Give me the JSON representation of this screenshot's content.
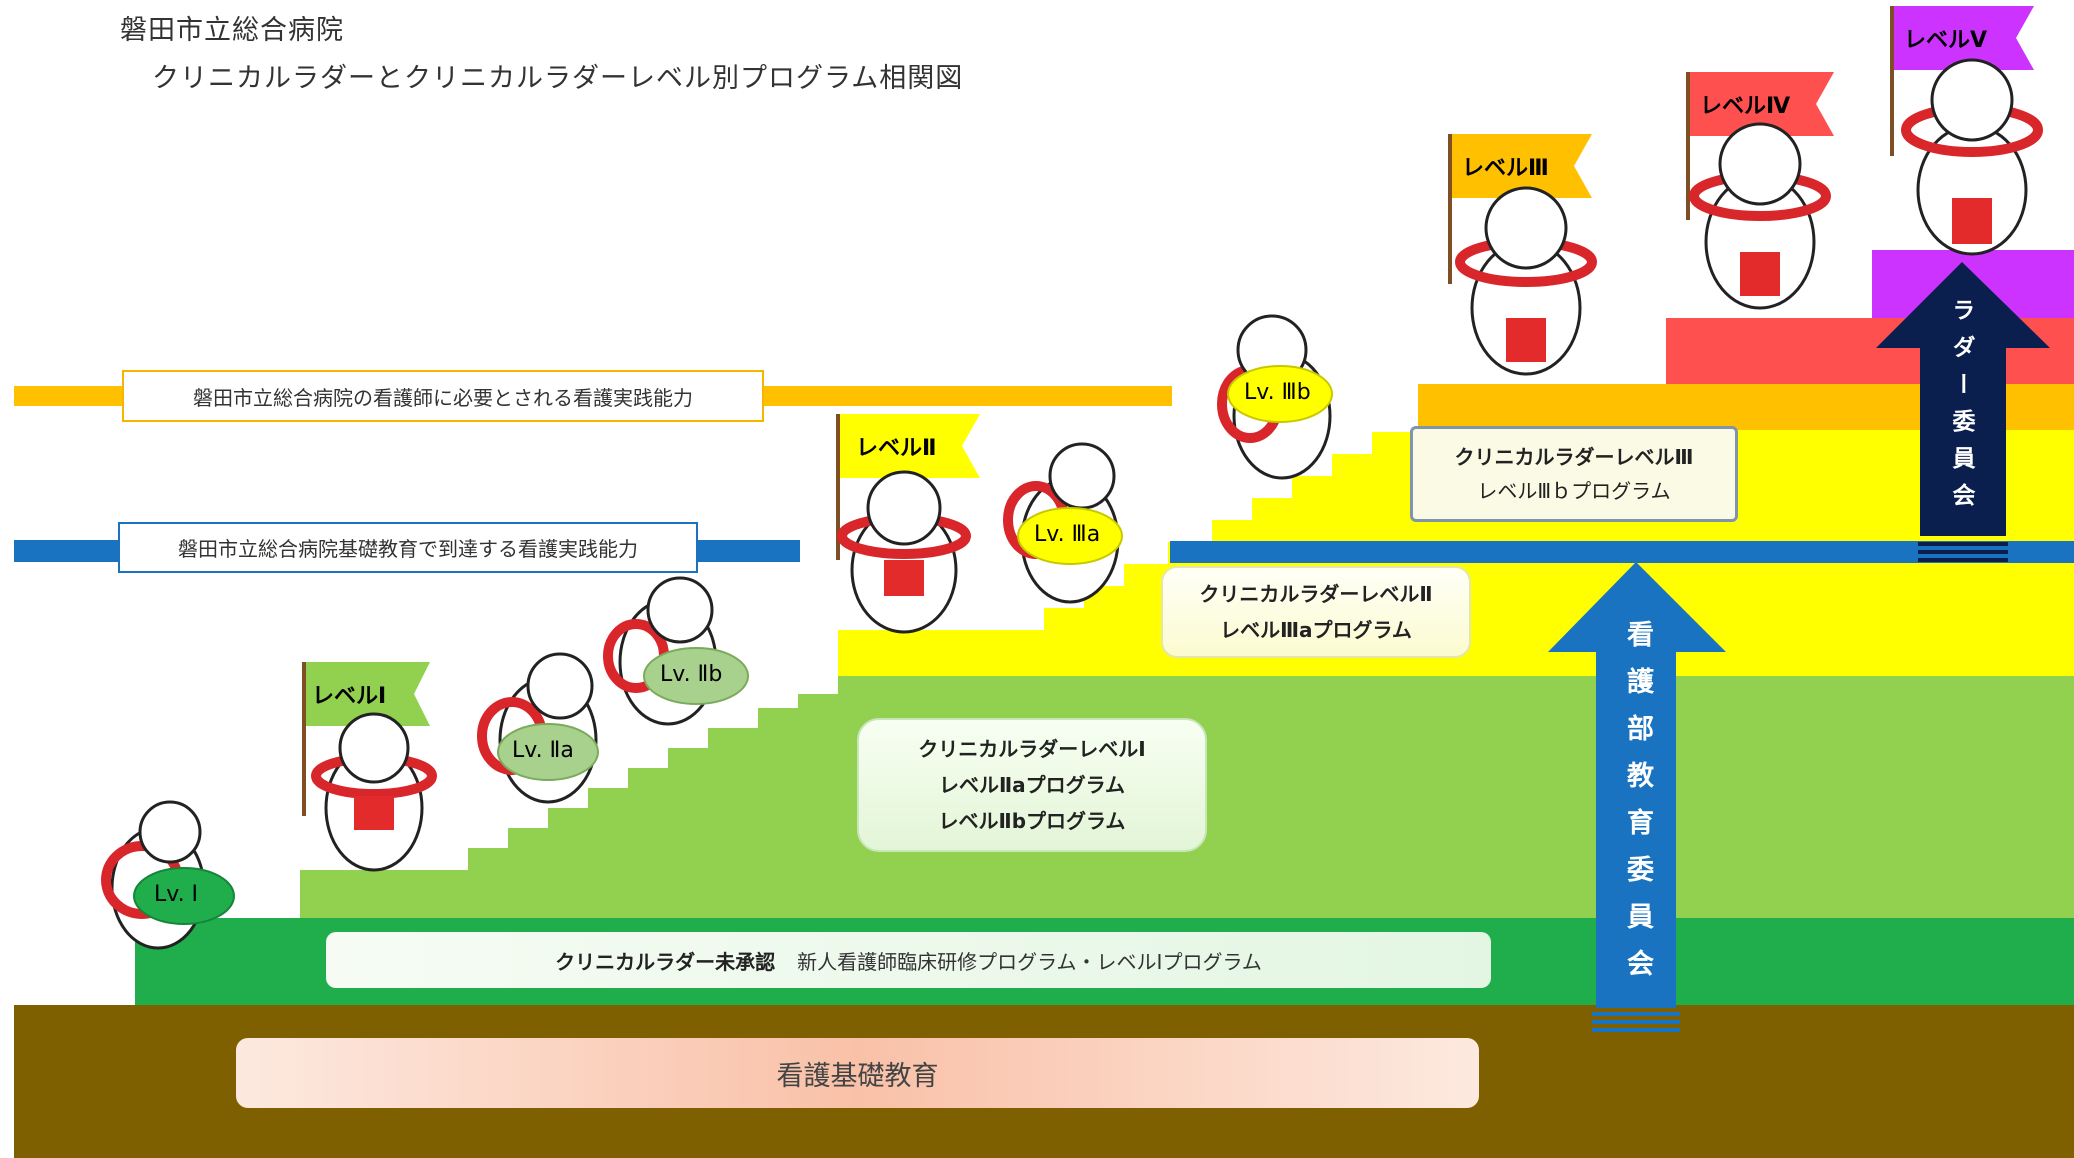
{
  "header": {
    "title": "磐田市立総合病院",
    "subtitle": "クリニカルラダーとクリニカルラダーレベル別プログラム相関図"
  },
  "bands": {
    "required": "磐田市立総合病院の看護師に必要とされる看護実践能力",
    "basic_reach": "磐田市立総合病院基礎教育で到達する看護実践能力"
  },
  "programs": {
    "lv1": {
      "title": "クリニカルラダーレベルⅠ",
      "line1": "レベルⅡaプログラム",
      "line2": "レベルⅡbプログラム"
    },
    "lv2": {
      "title": "クリニカルラダーレベルⅡ",
      "line1": "レベルⅢaプログラム"
    },
    "lv3": {
      "title": "クリニカルラダーレベルⅢ",
      "line1": "レベルⅢｂプログラム"
    },
    "newbie": {
      "title": "クリニカルラダー未承認",
      "text": "新人看護師臨床研修プログラム・レベルⅠプログラム"
    },
    "basic": "看護基礎教育"
  },
  "committees": {
    "nursing": "看護部教育委員会",
    "ladder": "ラダー委員会"
  },
  "flags": [
    {
      "label": "レベルⅠ",
      "color": "#92d050"
    },
    {
      "label": "レベルⅡ",
      "color": "#ffff00"
    },
    {
      "label": "レベルⅢ",
      "color": "#ffc000"
    },
    {
      "label": "レベルⅣ",
      "color": "#ff5050"
    },
    {
      "label": "レベルⅤ",
      "color": "#cc33ff"
    }
  ],
  "ovals": [
    {
      "label": "Lv. Ⅰ",
      "color": "#1fae4b"
    },
    {
      "label": "Lv. Ⅱa",
      "color": "#a9d18e"
    },
    {
      "label": "Lv. Ⅱb",
      "color": "#a9d18e"
    },
    {
      "label": "Lv. Ⅲa",
      "color": "#ffff00"
    },
    {
      "label": "Lv. Ⅲb",
      "color": "#ffff00"
    }
  ],
  "colors": {
    "ground": "#7f6000",
    "green_dark": "#1fae4b",
    "green_light": "#92d050",
    "yellow": "#ffff00",
    "orange": "#ffc000",
    "red": "#ff5050",
    "purple": "#cc33ff",
    "blue_band": "#1a73c0",
    "navy": "#0b1f4f"
  },
  "icons": [
    "dog-mascot-icon",
    "flag-icon",
    "up-arrow-icon"
  ]
}
